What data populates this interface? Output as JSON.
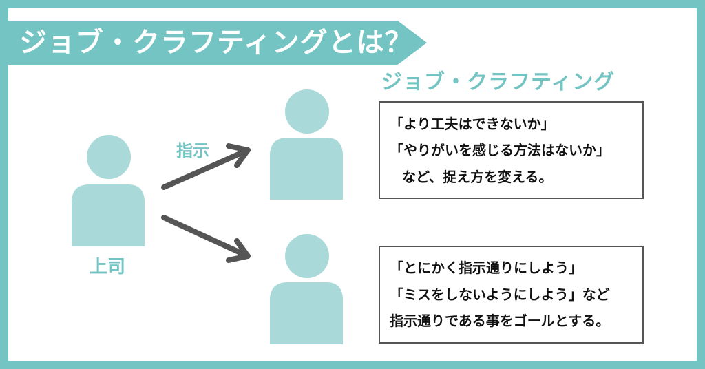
{
  "title": "ジョブ・クラフティングとは？",
  "boss_label": "上司",
  "instruction_label": "指示",
  "crafting_label": "ジョブ・クラフティング",
  "top_box": {
    "lines": [
      "「より工夫はできないか」",
      "「やりがいを感じる方法はないか」",
      "など、捉え方を変える。"
    ]
  },
  "bottom_box": {
    "lines": [
      "「とにかく指示通りにしよう」",
      "「ミスをしないようにしよう」など",
      "指示通りである事をゴールとする。"
    ]
  },
  "colors": {
    "accent": "#73c4c2",
    "person": "#a9d9d8",
    "arrow": "#555555",
    "box_border": "#555555"
  },
  "icons": [
    "person-icon",
    "arrow-icon"
  ]
}
